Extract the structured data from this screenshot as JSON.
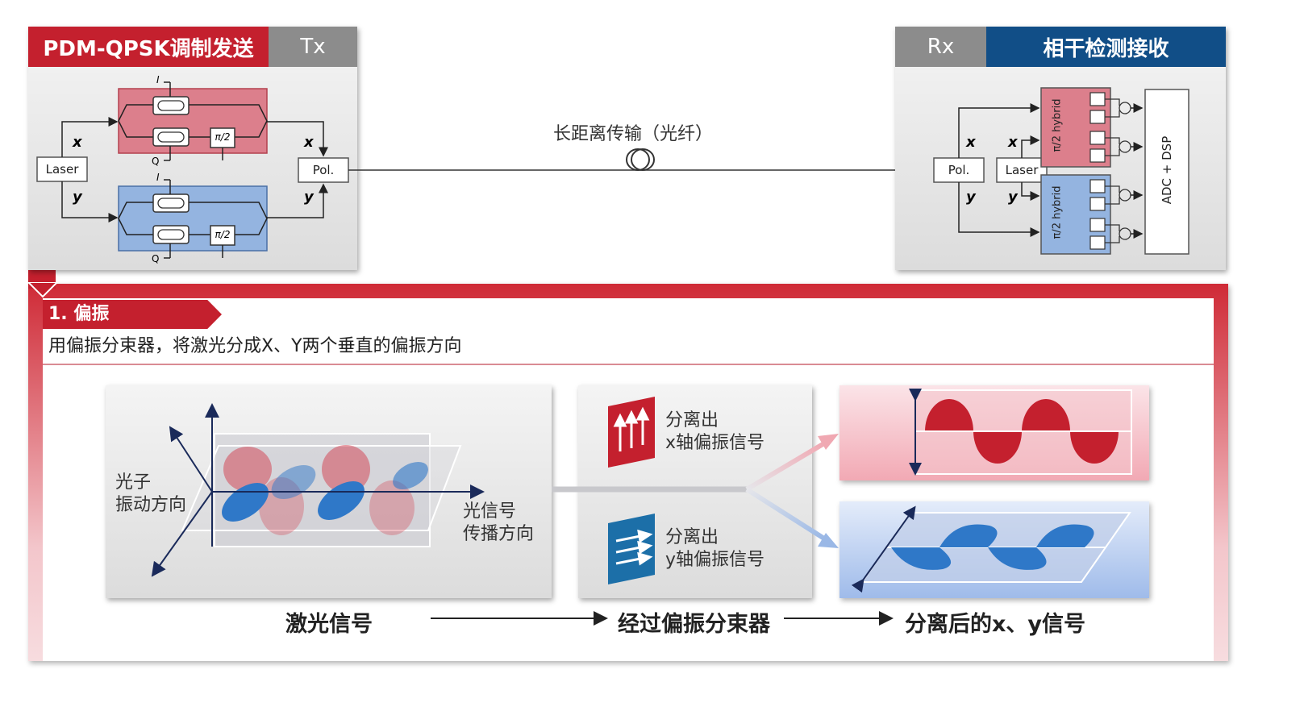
{
  "tx": {
    "title": "PDM-QPSK调制发送",
    "tag": "Tx",
    "laser": "Laser",
    "pol": "Pol.",
    "x": "x",
    "y": "y",
    "i": "I",
    "q": "Q",
    "phase": "π/2"
  },
  "link": {
    "label": "长距离传输（光纤）"
  },
  "rx": {
    "tag": "Rx",
    "title": "相干检测接收",
    "pol": "Pol.",
    "laser": "Laser",
    "x": "x",
    "y": "y",
    "hybrid": "π/2 hybrid",
    "adc": "ADC + DSP"
  },
  "step": {
    "number": "1",
    "title": "1. 偏振",
    "desc": "用偏振分束器，将激光分成X、Y两个垂直的偏振方向"
  },
  "laser_panel": {
    "photon_line1": "光子",
    "photon_line2": "振动方向",
    "prop_line1": "光信号",
    "prop_line2": "传播方向"
  },
  "splitter": {
    "x_line1": "分离出",
    "x_line2": "x轴偏振信号",
    "y_line1": "分离出",
    "y_line2": "y轴偏振信号"
  },
  "footer": {
    "laser": "激光信号",
    "splitter": "经过偏振分束器",
    "result": "分离后的x、y信号"
  },
  "colors": {
    "red": "#c4202e",
    "blue": "#114e87",
    "pink_box": "#dc7f8c",
    "light_blue_box": "#94b4e0",
    "gray": "#8c8c8c"
  }
}
